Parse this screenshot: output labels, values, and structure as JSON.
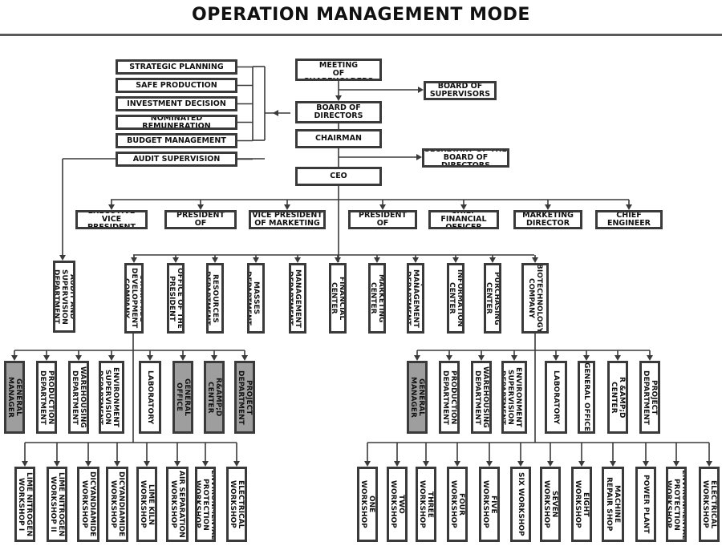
{
  "title": "OPERATION MANAGEMENT MODE",
  "nodes": {
    "strategic": "STRATEGIC PLANNING",
    "safe_production": "SAFE PRODUCTION",
    "investment": "INVESTMENT DECISION",
    "remuneration": "NOMINATED REMUNERATION",
    "budget": "BUDGET MANAGEMENT",
    "audit_supervision": "AUDIT SUPERVISION",
    "shareholders": "THE GENERAL MEETING\nOF SHAREHOLDERS",
    "supervisors": "BOARD OF\nSUPERVISORS",
    "board": "BOARD OF\nDIRECTORS",
    "chairman": "CHAIRMAN",
    "secretary": "SECRETARY OF THE\nBOARD OF DIRECTORS",
    "ceo": "CEO",
    "evp": "EXECUTIVE\nVICE PRESIDENT",
    "vp_production": "VICE PRESIDENT\nOF PRODUCTION",
    "vp_marketing": "VICE PRESIDENT\nOF MARKETING",
    "vp_operations": "VICE PRESIDENT\nOF OPERATIONS",
    "cfo": "CHIEF FINANCIAL\nOFFICER",
    "marketing_director": "MARKETING\nDIRECTOR",
    "chief_engineer": "CHIEF\nENGINEER",
    "audit_dept": "AUDIT AND\nSUPERVISION\nDEPARTMENT",
    "cyanamide": "CYANAMIDE\nDEVELOPMENT\nCOMPANY",
    "office_president": "OFFICE OF THE\nPRESIDENT",
    "hr": "HUMAN\nRESOURCES\nDEPARTMENT",
    "party": "PARTY AND\nMASSES\nDEPARTMENT",
    "enterprise": "ENTERPRISE\nMANAGEMENT\nDEPARTMENT",
    "financial_center": "FINANCIAL\nCENTER",
    "marketing_center": "MARKETING\nCENTER",
    "quality": "QUALITY\nMANAGEMENT\nDEPARTMENT",
    "information": "INFORMATION\nCENTER",
    "purchasing": "PURCHASING\nCENTER",
    "biotech": "BIOTECHNOLOGY\nCOMPANY",
    "l_gm": "GENERAL\nMANAGER",
    "l_production": "PRODUCTION\nDEPARTMENT",
    "l_warehousing": "WAREHOUSING\nDEPARTMENT",
    "l_safety": "SAFETY AND\nENVIRONMENT\nSUPERVISION\nDEPARTMENT",
    "l_laboratory": "LABORATORY",
    "l_general_office": "GENERAL\nOFFICE",
    "l_rd": "R&AMP;D\nCENTER",
    "l_project": "PROJECT\nDEPARTMENT",
    "r_gm": "GENERAL\nMANAGER",
    "r_production": "PRODUCTION\nDEPARTMENT",
    "r_warehousing": "WAREHOUSING\nDEPARTMENT",
    "r_safety": "SAFETY AND\nENVIRONMENT\nSUPERVISION\nDEPARTMENT",
    "r_laboratory": "LABORATORY",
    "r_general_office": "GENERAL OFFICE",
    "r_rd": "R &AMP;D\nCENTER",
    "r_project": "PROJECT\nDEPARTMENT",
    "lw_lime1": "LIME NITROGEN\nWORKSHOP I",
    "lw_lime2": "LIME NITROGEN\nWORKSHOP II",
    "lw_dicy": "DICYANDIAMIDE\nWORKSHOP",
    "lw_dicy2": "DICYANDIAMIDE\nWORKSHOP",
    "lw_kiln": "LIME KILN\nWORKSHOP",
    "lw_air": "AIR SEPARATION\nWORKSHOP",
    "lw_env": "ENVIRONMENTAL\nPROTECTION\nWORKSHOP",
    "lw_elec": "ELECTRICAL\nWORKSHOP",
    "rw_one": "ONE\nWORKSHOP",
    "rw_two": "TWO\nWORKSHOP",
    "rw_three": "THREE\nWORKSHOP",
    "rw_four": "FOUR\nWORKSHOP",
    "rw_five": "FIVE\nWORKSHOP",
    "rw_six": "SIX WORKSHOP",
    "rw_seven": "SEVEN\nWORKSHOP",
    "rw_eight": "EIGHT\nWORKSHOP",
    "rw_machine": "MACHINE\nREPAIR SHOP",
    "rw_power": "POWER PLANT",
    "rw_env": "ENVIRONMENTAL\nPROTECTION\nWORKSHOP",
    "rw_elec": "ELECTRICAL\nWORKSHOP"
  },
  "colors": {
    "line": "#3a3a3a",
    "shaded_box": "#9e9e9e"
  }
}
